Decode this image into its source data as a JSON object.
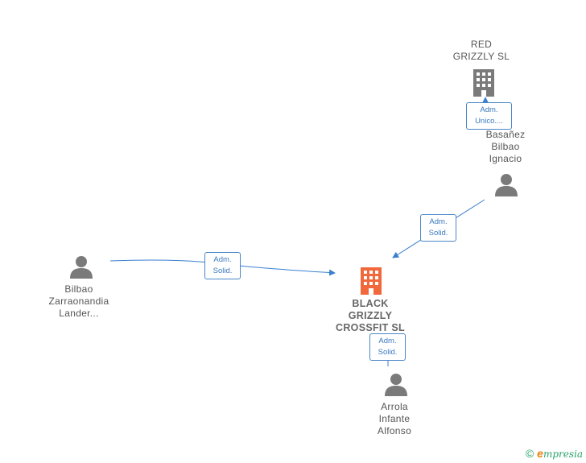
{
  "nodes": {
    "red_grizzly": {
      "name": "RED\nGRIZZLY  SL",
      "type": "company"
    },
    "basanez": {
      "name": "Basañez\nBilbao\nIgnacio",
      "type": "person"
    },
    "bilbao_zarraonandia": {
      "name": "Bilbao\nZarraonandia\nLander...",
      "type": "person"
    },
    "black_grizzly": {
      "name": "BLACK\nGRIZZLY\nCROSSFIT  SL",
      "type": "company",
      "main": true
    },
    "arrola": {
      "name": "Arrola\nInfante\nAlfonso",
      "type": "person"
    }
  },
  "edges": [
    {
      "id": "basanez-red",
      "label_l1": "Adm.",
      "label_l2": "Unico...."
    },
    {
      "id": "basanez-black",
      "label_l1": "Adm.",
      "label_l2": "Solid."
    },
    {
      "id": "bilbao-black",
      "label_l1": "Adm.",
      "label_l2": "Solid."
    },
    {
      "id": "arrola-black",
      "label_l1": "Adm.",
      "label_l2": "Solid."
    }
  ],
  "colors": {
    "edge": "#3a7fd0",
    "company_main": "#f0683c",
    "company": "#7a7a7a",
    "person": "#7a7a7a"
  },
  "watermark": {
    "copyright": "©",
    "brand_first": "e",
    "brand_rest": "mpresia"
  }
}
